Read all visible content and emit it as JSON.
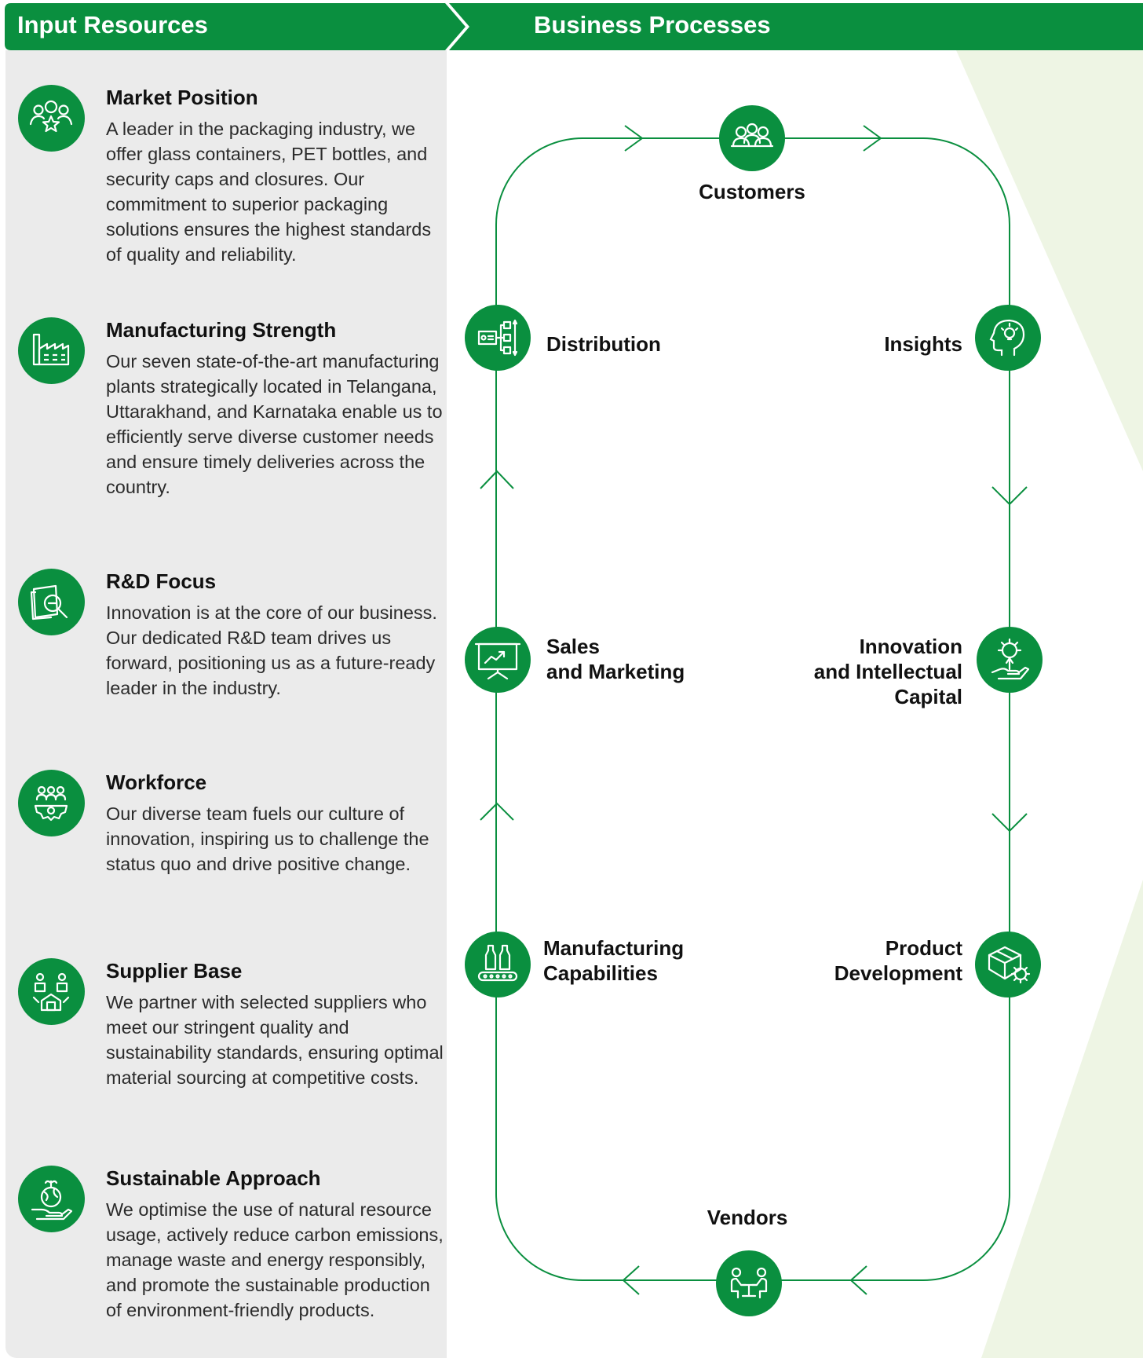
{
  "header": {
    "left_title": "Input Resources",
    "right_title": "Business Processes"
  },
  "colors": {
    "brand_green": "#0a8f3f",
    "panel_gray": "#ebebeb",
    "light_green": "#eef5e4"
  },
  "resources": [
    {
      "icon": "people-star-icon",
      "title": "Market Position",
      "desc": "A leader in the packaging industry, we offer glass containers, PET bottles, and security caps and closures. Our commitment to superior packaging solutions ensures the highest standards of quality and reliability."
    },
    {
      "icon": "factory-icon",
      "title": "Manufacturing Strength",
      "desc": "Our seven state-of-the-art manufacturing plants strategically located in Telangana, Uttarakhand, and Karnataka enable us to efficiently serve diverse customer needs and ensure timely deliveries across the country."
    },
    {
      "icon": "research-magnifier-icon",
      "title": "R&D Focus",
      "desc": "Innovation is at the core of our business. Our dedicated R&D team drives us forward, positioning us as a future-ready leader in the industry."
    },
    {
      "icon": "team-gear-icon",
      "title": "Workforce",
      "desc": "Our diverse team fuels our culture of innovation, inspiring us to challenge the status quo and drive positive change."
    },
    {
      "icon": "supplier-warehouse-icon",
      "title": "Supplier Base",
      "desc": "We partner with selected suppliers who meet our stringent quality and sustainability standards, ensuring optimal material sourcing at competitive costs."
    },
    {
      "icon": "globe-hand-icon",
      "title": "Sustainable Approach",
      "desc": "We optimise the use of natural resource usage, actively reduce carbon emissions, manage waste and energy responsibly, and promote the sustainable production of environment-friendly products."
    }
  ],
  "process": {
    "customers": "Customers",
    "insights": "Insights",
    "innovation": [
      "Innovation",
      "and Intellectual",
      "Capital"
    ],
    "product_development": [
      "Product",
      "Development"
    ],
    "vendors": "Vendors",
    "manufacturing": [
      "Manufacturing",
      "Capabilities"
    ],
    "sales": [
      "Sales",
      "and Marketing"
    ],
    "distribution": "Distribution"
  }
}
